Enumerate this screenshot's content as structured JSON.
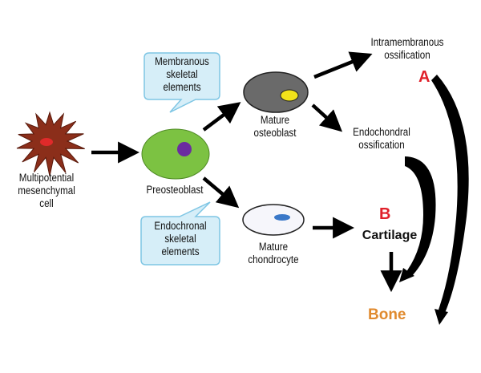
{
  "labels": {
    "msc": [
      "Multipotential",
      "mesenchymal",
      "cell"
    ],
    "preosteoblast": [
      "Preosteoblast"
    ],
    "osteoblast": [
      "Mature",
      "osteoblast"
    ],
    "chondrocyte": [
      "Mature",
      "chondrocyte"
    ],
    "intramembranous": [
      "Intramembranous",
      "ossification"
    ],
    "endochondral": [
      "Endochondral",
      "ossification"
    ],
    "cartilage": "Cartilage",
    "bone": "Bone",
    "letter_a": "A",
    "letter_b": "B"
  },
  "callouts": {
    "membranous": [
      "Membranous",
      "skeletal",
      "elements"
    ],
    "endochronal": [
      "Endochronal",
      "skeletal",
      "elements"
    ]
  },
  "colors": {
    "msc_fill": "#8b2e1a",
    "msc_nucleus": "#e02a2a",
    "preosteoblast_fill": "#7cc242",
    "preosteoblast_nucleus": "#6b2ca0",
    "osteoblast_fill": "#6a6a6a",
    "osteoblast_nucleus": "#f2e21a",
    "chondrocyte_fill": "#f6f6fb",
    "chondrocyte_nucleus": "#3a78c8",
    "callout_fill": "#d6eef8",
    "callout_stroke": "#7fc6e4",
    "letter": "#e0202a",
    "bone": "#e08a2e"
  }
}
